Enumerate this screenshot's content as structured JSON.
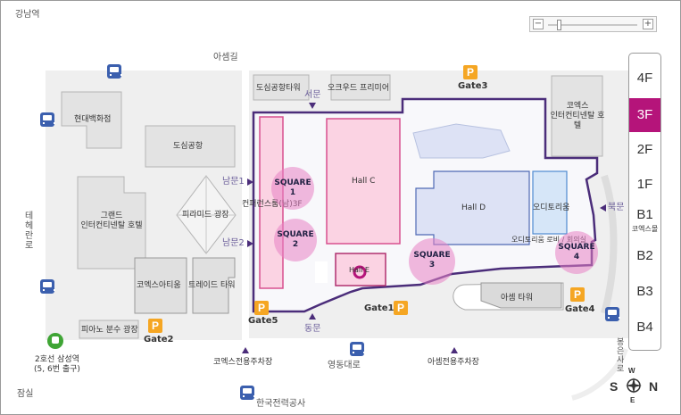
{
  "colors": {
    "building_fill": "#e3e3e3",
    "building_stroke": "#b4b4b4",
    "route_purple": "#4b2d7a",
    "hall_c_fill": "#fbd3e3",
    "hall_c_stroke": "#d8508f",
    "hall_d_fill": "#dde2f5",
    "hall_d_stroke": "#4f6ab5",
    "square_pink": "#e882c4",
    "parking_orange": "#f5a623",
    "bus_blue": "#3b5fae",
    "subway_green": "#3fa535",
    "floor_active": "#b5147a"
  },
  "map": {
    "roads": {
      "gangnam": "강남역",
      "aseom_road_top": "아셈길",
      "teheran": "테헤란로",
      "yeongdong": "영동대로",
      "bongeunsa": "봉은사로",
      "samseong_left": "잠실",
      "kepco": "한국전력공사"
    },
    "buildings": {
      "hyundai": "현대백화점",
      "dosim_airport": "도심공항",
      "grand_hotel": "그랜드\n인터컨티넨탈 호텔",
      "pyramid": "피라미드 광장",
      "coex_artium": "코엑스아티움",
      "trade_tower": "트레이드 타워",
      "piano_fountain": "피아노 분수 광장",
      "dosim_airport_tower": "도심공항타워",
      "oakwood": "오크우드 프리미어",
      "coex_hotel": "코엑스\n인터컨티넨탈 호텔",
      "asem_tower": "아셈 타워"
    },
    "halls": {
      "hall_c": "Hall C",
      "hall_d": "Hall D",
      "hall_e": "Hall E",
      "auditorium": "오디토리움",
      "auditorium_lobby": "오디토리움 로비 / 회의실",
      "conference": "컨퍼런스룸(남)3F"
    },
    "squares": [
      {
        "line1": "SQUARE",
        "line2": "1"
      },
      {
        "line1": "SQUARE",
        "line2": "2"
      },
      {
        "line1": "SQUARE",
        "line2": "3"
      },
      {
        "line1": "SQUARE",
        "line2": "4"
      }
    ],
    "doors": {
      "west": "서문",
      "south1": "남문1",
      "south2": "남문2",
      "east": "동문",
      "north": "북문"
    },
    "gates": {
      "gate1": "Gate1",
      "gate2": "Gate2",
      "gate3": "Gate3",
      "gate4": "Gate4",
      "gate5": "Gate5"
    },
    "transit": {
      "subway_station": "2호선 삼성역\n(5, 6번 출구)",
      "coex_parking_entrance": "코엑스전용주차장",
      "asem_parking_entrance": "아셈전용주차장"
    },
    "icons": {
      "parking": "P"
    }
  },
  "zoom": {
    "minus": "−",
    "plus": "+",
    "level": 0.12
  },
  "floors": [
    {
      "label": "4F",
      "active": false
    },
    {
      "label": "3F",
      "active": true
    },
    {
      "label": "2F",
      "active": false
    },
    {
      "label": "1F",
      "active": false
    },
    {
      "label": "B1",
      "active": false
    },
    {
      "label": "B2",
      "active": false
    },
    {
      "label": "B3",
      "active": false
    },
    {
      "label": "B4",
      "active": false
    }
  ],
  "floor_note": "코엑스몰",
  "compass": {
    "n": "N",
    "s": "S",
    "e": "E",
    "w": "W"
  }
}
